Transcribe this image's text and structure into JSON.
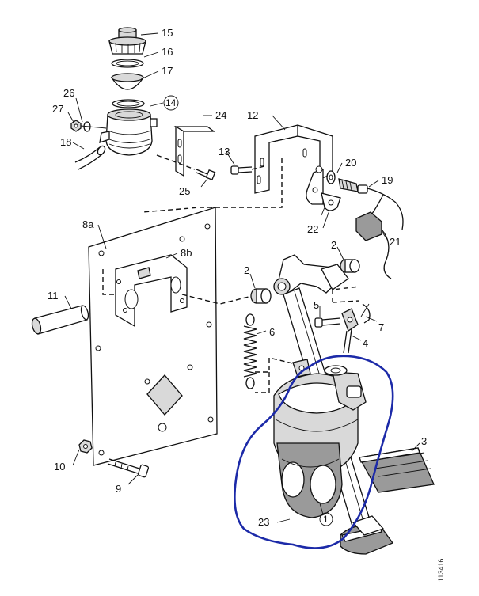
{
  "diagram": {
    "reference_number": "113416",
    "callouts": [
      {
        "id": "15",
        "label": "15",
        "circled": false
      },
      {
        "id": "16",
        "label": "16",
        "circled": false
      },
      {
        "id": "17",
        "label": "17",
        "circled": false
      },
      {
        "id": "14",
        "label": "14",
        "circled": true
      },
      {
        "id": "26",
        "label": "26",
        "circled": false
      },
      {
        "id": "27",
        "label": "27",
        "circled": false
      },
      {
        "id": "18",
        "label": "18",
        "circled": false
      },
      {
        "id": "24",
        "label": "24",
        "circled": false
      },
      {
        "id": "25",
        "label": "25",
        "circled": false
      },
      {
        "id": "12",
        "label": "12",
        "circled": false
      },
      {
        "id": "13",
        "label": "13",
        "circled": false
      },
      {
        "id": "20",
        "label": "20",
        "circled": false
      },
      {
        "id": "19",
        "label": "19",
        "circled": false
      },
      {
        "id": "22",
        "label": "22",
        "circled": false
      },
      {
        "id": "21",
        "label": "21",
        "circled": false
      },
      {
        "id": "8a",
        "label": "8a",
        "circled": false
      },
      {
        "id": "8b",
        "label": "8b",
        "circled": false
      },
      {
        "id": "11",
        "label": "11",
        "circled": false
      },
      {
        "id": "2a",
        "label": "2",
        "circled": false
      },
      {
        "id": "2b",
        "label": "2",
        "circled": false
      },
      {
        "id": "5",
        "label": "5",
        "circled": false
      },
      {
        "id": "7",
        "label": "7",
        "circled": false
      },
      {
        "id": "4",
        "label": "4",
        "circled": false
      },
      {
        "id": "6",
        "label": "6",
        "circled": false
      },
      {
        "id": "3",
        "label": "3",
        "circled": false
      },
      {
        "id": "10",
        "label": "10",
        "circled": false
      },
      {
        "id": "9",
        "label": "9",
        "circled": false
      },
      {
        "id": "23",
        "label": "23",
        "circled": false
      },
      {
        "id": "1",
        "label": "1",
        "circled": true
      }
    ],
    "highlight_color": "#1c2aa8",
    "line_color": "#111111"
  }
}
